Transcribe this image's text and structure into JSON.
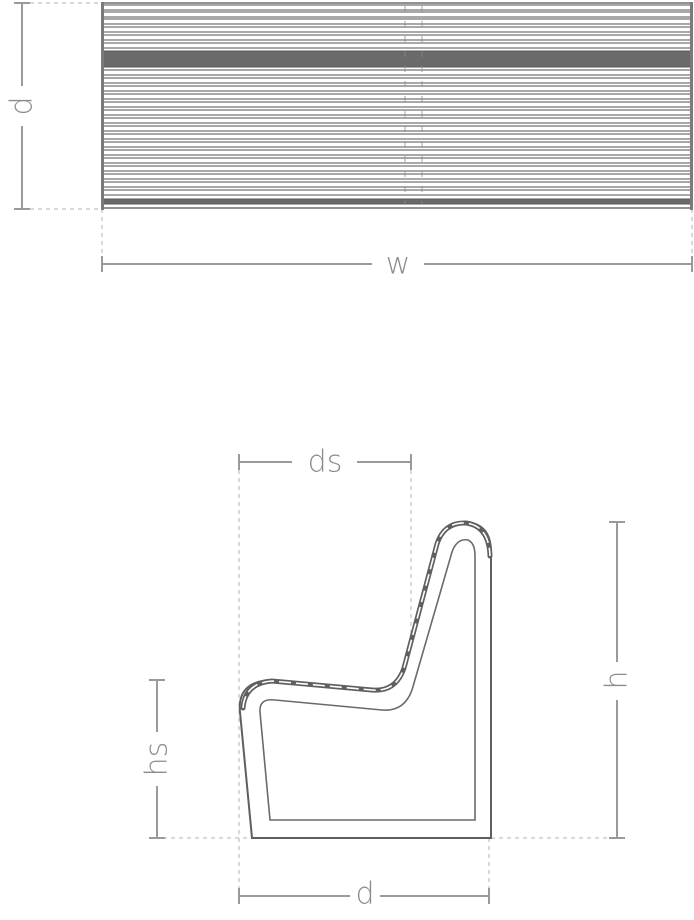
{
  "top_view": {
    "depth_label": "d",
    "width_label": "w",
    "colors": {
      "slat_outline": "#6e6e6e",
      "dark_slat": "#6a6a6a",
      "dimension": "#9a9a9a"
    }
  },
  "side_view": {
    "seat_depth_label": "ds",
    "seat_height_label": "hs",
    "height_label": "h",
    "depth_label": "d"
  }
}
